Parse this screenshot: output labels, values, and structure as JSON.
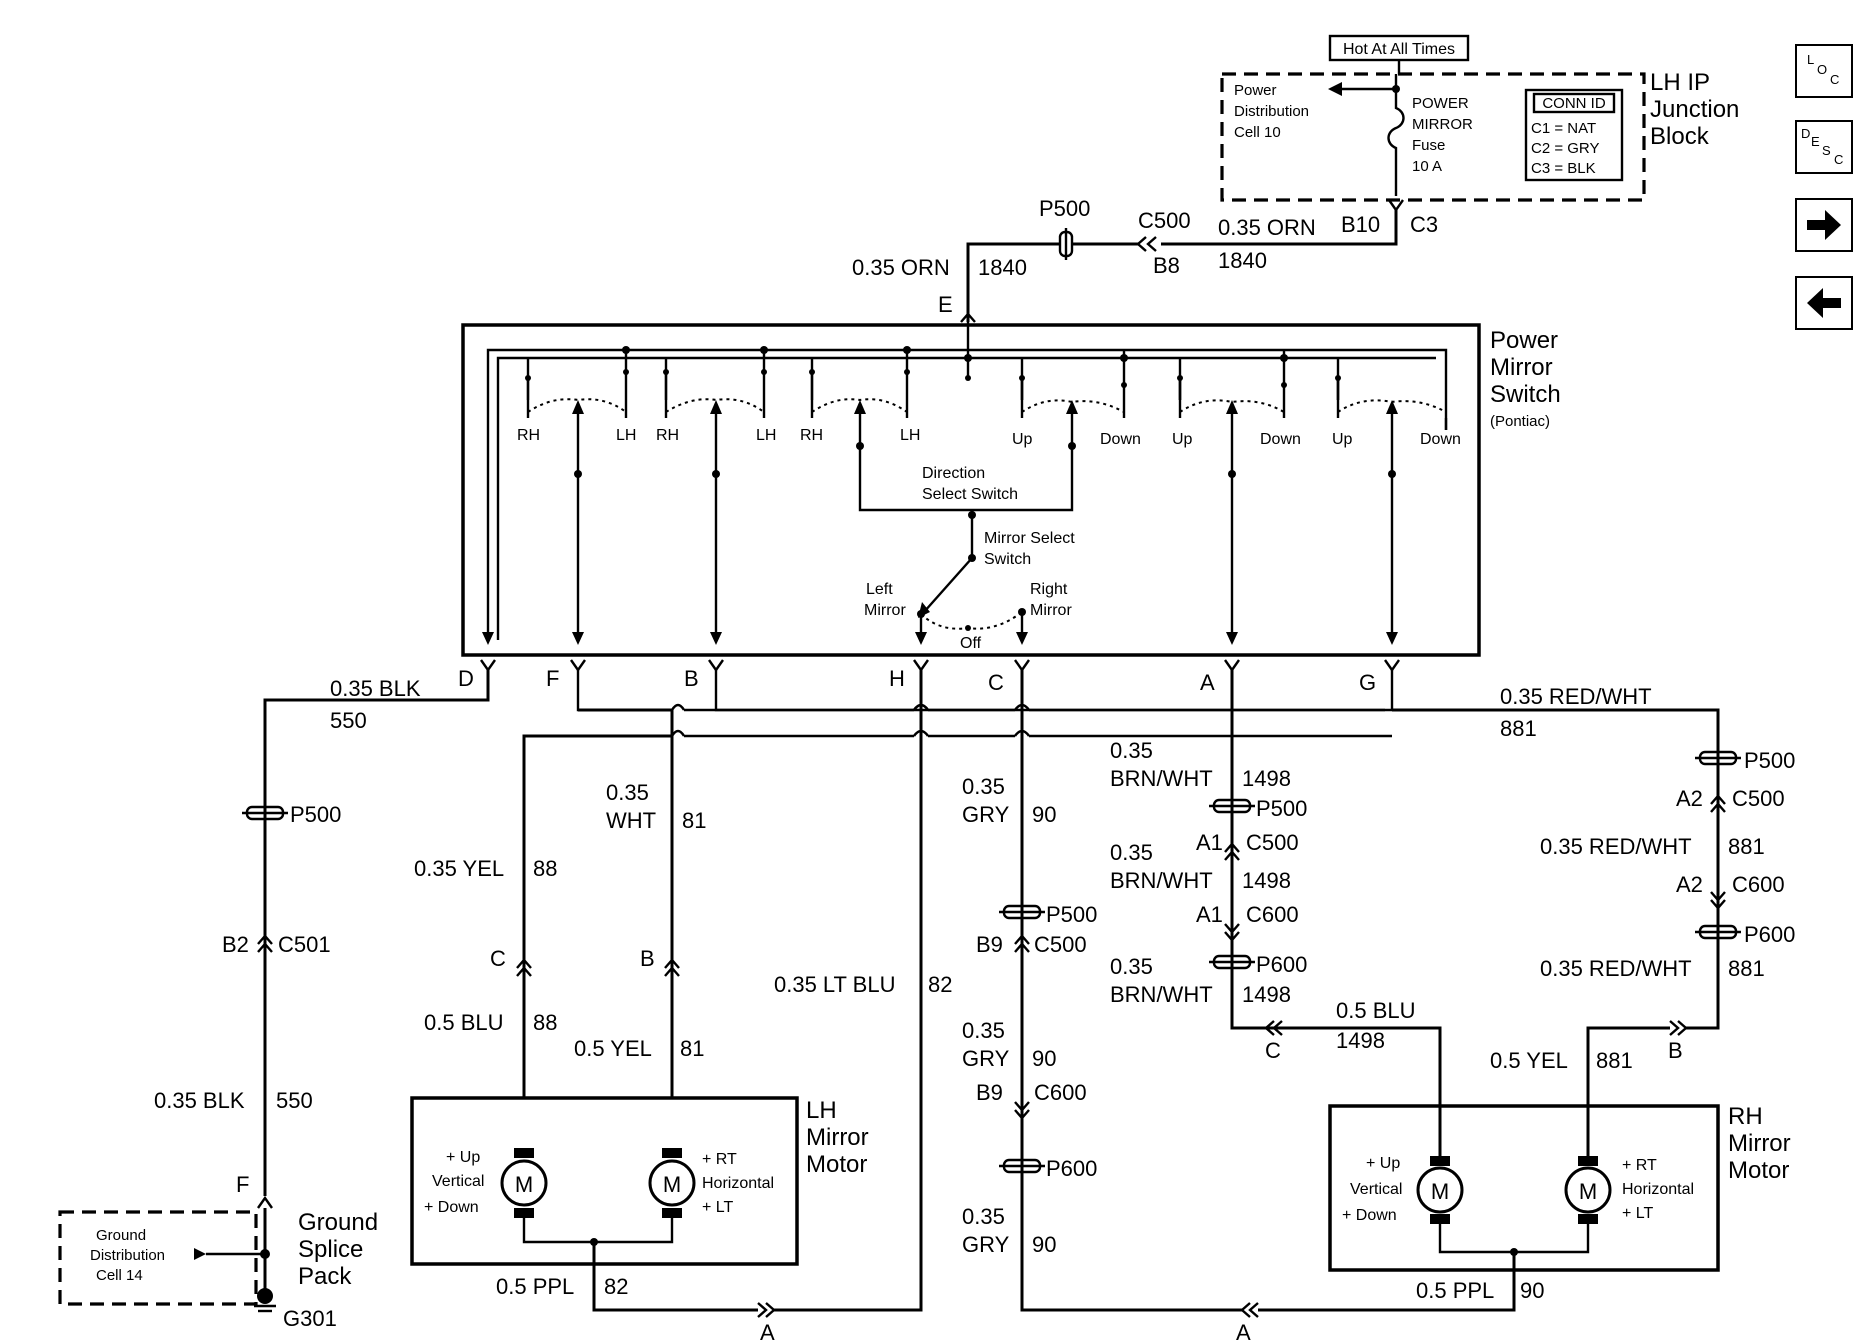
{
  "nav": {
    "loc": [
      "L",
      "O",
      "C"
    ],
    "desc": [
      "D",
      "E",
      "S",
      "C"
    ]
  },
  "fuse_block": {
    "hot_label": "Hot At All Times",
    "block_name": [
      "LH IP",
      "Junction",
      "Block"
    ],
    "power_dist": [
      "Power",
      "Distribution",
      "Cell 10"
    ],
    "fuse": [
      "POWER",
      "MIRROR",
      "Fuse",
      "10 A"
    ],
    "conn_id": {
      "title": "CONN ID",
      "rows": [
        "C1 = NAT",
        "C2 = GRY",
        "C3 = BLK"
      ]
    },
    "pins": {
      "b10": "B10",
      "c3": "C3"
    }
  },
  "feed": {
    "p500": "P500",
    "c500": "C500",
    "b8": "B8",
    "wire_right": "0.35 ORN",
    "circuit_right": "1840",
    "wire_left": "0.35 ORN",
    "circuit_left": "1840",
    "pin_e": "E"
  },
  "switch": {
    "name": [
      "Power",
      "Mirror",
      "Switch"
    ],
    "sub": "(Pontiac)",
    "contacts": [
      "RH",
      "LH",
      "RH",
      "LH",
      "RH",
      "LH",
      "Up",
      "Down",
      "Up",
      "Down",
      "Up",
      "Down"
    ],
    "direction": [
      "Direction",
      "Select Switch"
    ],
    "mirror_select": [
      "Mirror Select",
      "Switch"
    ],
    "left_mirror": [
      "Left",
      "Mirror"
    ],
    "right_mirror": [
      "Right",
      "Mirror"
    ],
    "off": "Off",
    "pins": [
      "D",
      "F",
      "B",
      "H",
      "C",
      "A",
      "G"
    ]
  },
  "ground": {
    "wire_top": "0.35 BLK",
    "circuit_top": "550",
    "p500": "P500",
    "b2": "B2",
    "c501": "C501",
    "wire_low": "0.35 BLK",
    "circuit_low": "550",
    "pin_f": "F",
    "pack": [
      "Ground",
      "Splice",
      "Pack"
    ],
    "dist": [
      "Ground",
      "Distribution",
      "Cell 14"
    ],
    "g301": "G301"
  },
  "lh_motor": {
    "name": [
      "LH",
      "Mirror",
      "Motor"
    ],
    "yel_wire": "0.35 YEL",
    "yel_circuit": "88",
    "wht_wire": [
      "0.35",
      "WHT"
    ],
    "wht_circuit": "81",
    "pin_c": "C",
    "pin_b": "B",
    "blu_wire": "0.5 BLU",
    "blu_circuit": "88",
    "yel2_wire": "0.5 YEL",
    "yel2_circuit": "81",
    "vert": [
      "+ Up",
      "Vertical",
      "+ Down"
    ],
    "horiz": [
      "+ RT",
      "Horizontal",
      "+ LT"
    ],
    "motor": "M",
    "ppl_wire": "0.5 PPL",
    "ppl_circuit": "82",
    "pin_a": "A"
  },
  "ltblu": {
    "wire": "0.35 LT BLU",
    "circuit": "82"
  },
  "gry": {
    "wire1": [
      "0.35",
      "GRY"
    ],
    "circuit1": "90",
    "p500": "P500",
    "b9a": "B9",
    "c500": "C500",
    "wire2": [
      "0.35",
      "GRY"
    ],
    "circuit2": "90",
    "b9b": "B9",
    "c600": "C600",
    "p600": "P600",
    "wire3": [
      "0.35",
      "GRY"
    ],
    "circuit3": "90"
  },
  "brn": {
    "wire1": [
      "0.35",
      "BRN/WHT"
    ],
    "circuit1": "1498",
    "p500": "P500",
    "a1a": "A1",
    "c500": "C500",
    "wire2": [
      "0.35",
      "BRN/WHT"
    ],
    "circuit2": "1498",
    "a1b": "A1",
    "c600": "C600",
    "p600": "P600",
    "wire3": [
      "0.35",
      "BRN/WHT"
    ],
    "circuit3": "1498",
    "pin_c": "C",
    "blu_wire": "0.5 BLU",
    "blu_circuit": "1498"
  },
  "redwht": {
    "wire_top": "0.35 RED/WHT",
    "circuit_top": "881",
    "p500": "P500",
    "a2a": "A2",
    "c500": "C500",
    "wire2": "0.35 RED/WHT",
    "circuit2": "881",
    "a2b": "A2",
    "c600": "C600",
    "p600": "P600",
    "wire3": "0.35 RED/WHT",
    "circuit3": "881",
    "pin_b": "B",
    "yel_wire": "0.5 YEL",
    "yel_circuit": "881"
  },
  "rh_motor": {
    "name": [
      "RH",
      "Mirror",
      "Motor"
    ],
    "vert": [
      "+ Up",
      "Vertical",
      "+ Down"
    ],
    "horiz": [
      "+ RT",
      "Horizontal",
      "+ LT"
    ],
    "motor": "M",
    "ppl_wire": "0.5 PPL",
    "ppl_circuit": "90",
    "pin_a": "A"
  }
}
